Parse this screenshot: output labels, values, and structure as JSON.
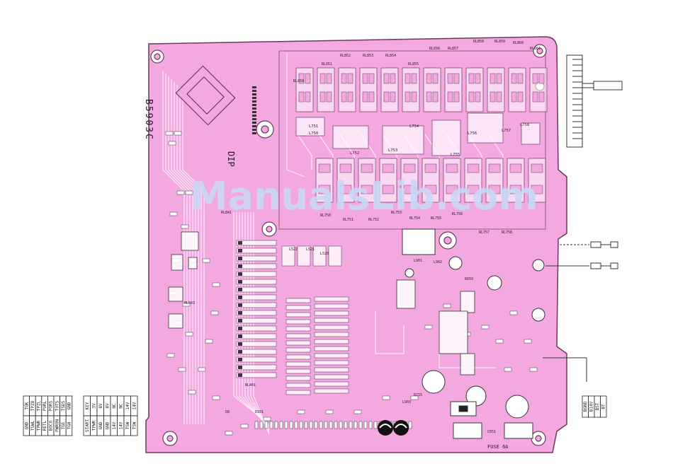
{
  "colors": {
    "board": "#f4a8e0",
    "board_edge": "#6a3a5a",
    "trace": "#ffffff",
    "pad": "#ffffff",
    "ink": "#2a1a2a",
    "watermark": "#c9d7f5",
    "tab": "#ffffff"
  },
  "board": {
    "code": "B5903C",
    "dip_mark": "DIP",
    "fuse_label": "FUSE 6A"
  },
  "watermark": {
    "text": "ManualsLib.com"
  },
  "relays_top": [
    "RL851",
    "RL852",
    "RL853",
    "RL854",
    "RL855",
    "RL856",
    "RL857",
    "RL858",
    "RL859",
    "RL860",
    "RL861",
    "RL850"
  ],
  "relays_bottom": [
    "RL750",
    "RL751",
    "RL752",
    "RL753",
    "RL754",
    "RL755",
    "RL756",
    "RL757",
    "RL758"
  ],
  "inductors": [
    "L750",
    "L751",
    "L752",
    "L753",
    "L754",
    "L755",
    "L756",
    "L757",
    "L758"
  ],
  "relay_mid": [
    "RL841",
    "RL843",
    "RL401"
  ],
  "parts_misc": [
    "L522",
    "L521",
    "L520",
    "L901",
    "L902",
    "L903",
    "R215",
    "Q8",
    "D101",
    "C651",
    "R659"
  ],
  "connector_left": {
    "col1": [
      "GND",
      "TSWL",
      "TPWR",
      "RETL",
      "BOCO",
      "PWRON",
      "TGE",
      "TGH"
    ],
    "col2": [
      "TGK",
      "TPZ8",
      "TPZL",
      "PORL",
      "PORS",
      "TOTS",
      "TSDS",
      "GND"
    ]
  },
  "connector_mid": {
    "col1": [
      "START",
      "TPWR",
      "GND",
      "GND",
      "14V",
      "14V",
      "TSW",
      "TSW"
    ],
    "col2": [
      "KEY",
      "3V",
      "8V",
      "8V",
      "NC",
      "NC",
      "14V",
      "14V"
    ]
  },
  "connector_right": [
    "BGND",
    "B14V",
    "BST",
    "BT"
  ]
}
